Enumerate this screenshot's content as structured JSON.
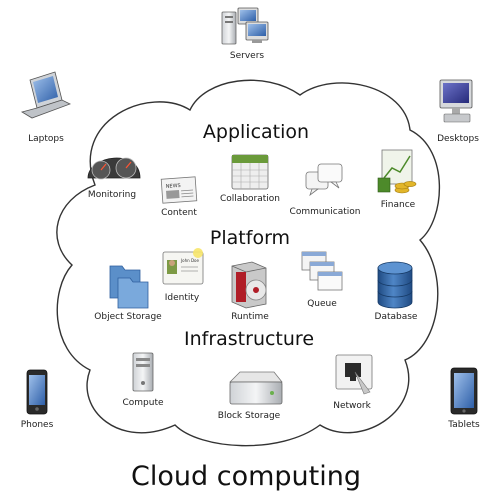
{
  "title": "Cloud computing",
  "sections": {
    "application": "Application",
    "platform": "Platform",
    "infrastructure": "Infrastructure"
  },
  "items": {
    "monitoring": "Monitoring",
    "content": "Content",
    "collaboration": "Collaboration",
    "communication": "Communication",
    "finance": "Finance",
    "identity": "Identity",
    "object_storage": "Object Storage",
    "runtime": "Runtime",
    "queue": "Queue",
    "database": "Database",
    "compute": "Compute",
    "block_storage": "Block Storage",
    "network": "Network"
  },
  "clients": {
    "servers": "Servers",
    "laptops": "Laptops",
    "desktops": "Desktops",
    "phones": "Phones",
    "tablets": "Tablets"
  },
  "icon_text": {
    "news": "NEWS",
    "identity_card_name": "John Doe"
  },
  "colors": {
    "cloud_stroke": "#333333",
    "folder_blue": "#5b8fc9",
    "database_blue": "#2f5f9e",
    "finance_green": "#4d8a2a",
    "gold": "#e2b62a"
  }
}
